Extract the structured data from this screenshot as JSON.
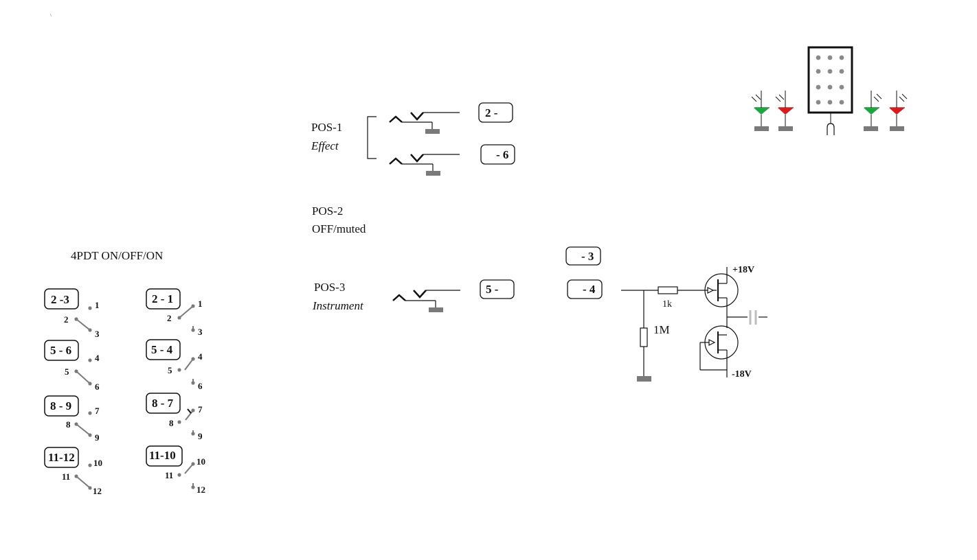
{
  "switch": {
    "title": "4PDT ON/OFF/ON",
    "poles_left": [
      {
        "box": "2 -3",
        "pins": [
          "1",
          "2",
          "3"
        ]
      },
      {
        "box": "5 - 6",
        "pins": [
          "4",
          "5",
          "6"
        ]
      },
      {
        "box": "8 - 9",
        "pins": [
          "7",
          "8",
          "9"
        ]
      },
      {
        "box": "11-12",
        "pins": [
          "10",
          "11",
          "12"
        ]
      }
    ],
    "poles_right": [
      {
        "box": "2 - 1",
        "pins": [
          "1",
          "2",
          "3"
        ]
      },
      {
        "box": "5 - 4",
        "pins": [
          "4",
          "5",
          "6"
        ]
      },
      {
        "box": "8 - 7",
        "pins": [
          "7",
          "8",
          "9"
        ]
      },
      {
        "box": "11-10",
        "pins": [
          "10",
          "11",
          "12"
        ]
      }
    ]
  },
  "positions": {
    "pos1": {
      "name": "POS-1",
      "desc": "Effect"
    },
    "pos2": {
      "name": "POS-2",
      "desc": "OFF/muted"
    },
    "pos3": {
      "name": "POS-3",
      "desc": "Instrument"
    }
  },
  "terminal_boxes": {
    "b_2": "2 -",
    "b_6": "- 6",
    "b_3": "- 3",
    "b_5": "5 -",
    "b_4": "- 4"
  },
  "buffer": {
    "r_series": "1k",
    "r_shunt": "1M",
    "v_pos": "+18V",
    "v_neg": "-18V"
  },
  "colors": {
    "line": "#111111",
    "ground": "#7a7a7a",
    "led_green": "#19a83a",
    "led_red": "#e01818",
    "dot": "#8a8a8a",
    "cap": "#bcbcbc"
  }
}
